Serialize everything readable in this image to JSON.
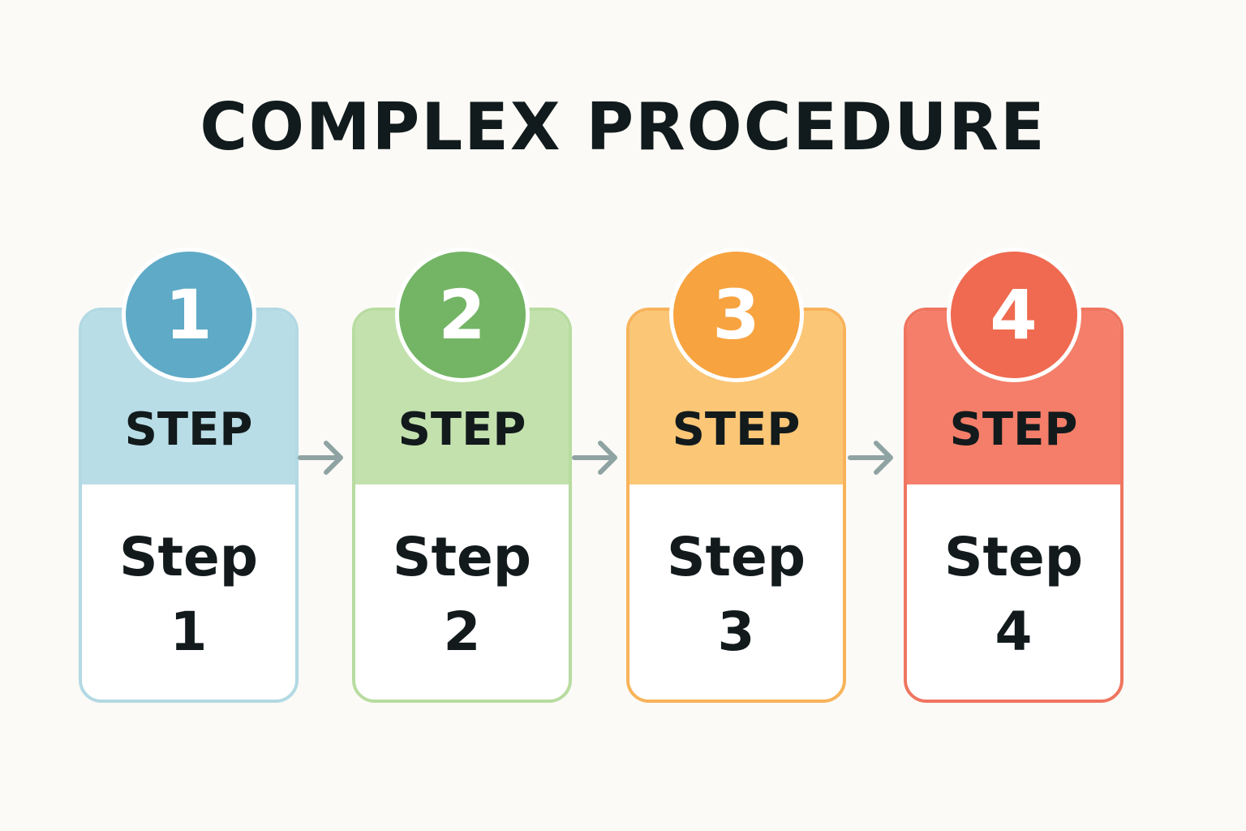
{
  "title": "COMPLEX PROCEDURE",
  "steps": [
    {
      "number": "1",
      "label": "STEP",
      "name": "Step",
      "name_number": "1",
      "band_color": "#b8dde7",
      "circle_color": "#5eaac7",
      "border_color": "#b2d9e4"
    },
    {
      "number": "2",
      "label": "STEP",
      "name": "Step",
      "name_number": "2",
      "band_color": "#c3e1ad",
      "circle_color": "#73b565",
      "border_color": "#b8dca0"
    },
    {
      "number": "3",
      "label": "STEP",
      "name": "Step",
      "name_number": "3",
      "band_color": "#fbc676",
      "circle_color": "#f7a340",
      "border_color": "#f8b35a"
    },
    {
      "number": "4",
      "label": "STEP",
      "name": "Step",
      "name_number": "4",
      "band_color": "#f47e69",
      "circle_color": "#ef6a50",
      "border_color": "#ef7560"
    }
  ],
  "arrow_color": "#8fa3a3"
}
